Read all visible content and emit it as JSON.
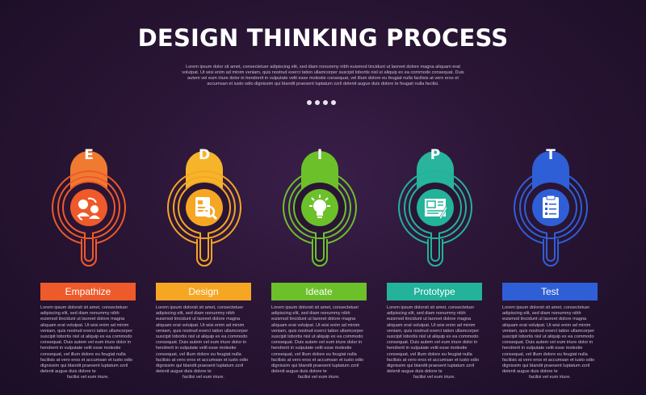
{
  "title": "DESIGN THINKING PROCESS",
  "intro": "Lorem ipsum dolor sit amet, consectetuer adipiscing elit, sed diam nonummy nibh euismod tincidunt ut laoreet dolore magna aliquam erat volutpat. Ut wisi enim ad minim veniam, quis nostrud exerci tation ullamcorper suscipit lobortis nisl ut aliquip ex ea commodo consequat. Duis autem vel eum iriure dolor in hendrerit in vulputate velit esse molestie consequat, vel illum dolore eu feugiat nulla facilisis at vero eros et accumsan et iusto odio dignissim qui blandit praesent luptatum zzril delenit augue duis dolore te feugait nulla facilisi.",
  "steps": [
    {
      "letter": "E",
      "label": "Empathize",
      "color": "#ee5a2a",
      "tab_color": "#f07a30",
      "icon": "empathize-heads-icon",
      "desc": "Lorem ipsum dolorsit sit amet, consectetuer adipiscing elit, sed diam nonummy nibh euismod tincidunt ut laoreet dolore magna aliquam erat volutpat. Ut wisi enim ad minim veniam, quis nostrud exerci tation ullamcorper suscipit lobortis nisl ut aliquip ex ea commodo consequat. Duis autem vel eum iriure dolor in hendrerit in vulputate velit esse molestie consequat, vel illum dolore eu feugiat nulla facilisis at vero eros et accumsan et iusto odio dignissim qui blandit praesent luptatum zzril delenit augue duis dolore te",
      "desc_last": "facilisi vel eum iriure."
    },
    {
      "letter": "D",
      "label": "Design",
      "color": "#f5a623",
      "tab_color": "#f5b42a",
      "icon": "design-document-icon",
      "desc": "Lorem ipsum dolorsit sit amet, consectetuer adipiscing elit, sed diam nonummy nibh euismod tincidunt ut laoreet dolore magna aliquam erat volutpat. Ut wisi enim ad minim veniam, quis nostrud exerci tation ullamcorper suscipit lobortis nisl ut aliquip ex ea commodo consequat. Duis autem vel eum iriure dolor in hendrerit in vulputate velit esse molestie consequat, vel illum dolore eu feugiat nulla facilisis at vero eros et accumsan et iusto odio dignissim qui blandit praesent luptatum zzril delenit augue duis dolore te",
      "desc_last": "facilisi vel eum iriure."
    },
    {
      "letter": "I",
      "label": "Ideate",
      "color": "#6cc12a",
      "tab_color": "#6cc12a",
      "icon": "lightbulb-icon",
      "desc": "Lorem ipsum dolorsit sit amet, consectetuer adipiscing elit, sed diam nonummy nibh euismod tincidunt ut laoreet dolore magna aliquam erat volutpat. Ut wisi enim ad minim veniam, quis nostrud exerci tation ullamcorper suscipit lobortis nisl ut aliquip ex ea commodo consequat. Duis autem vel eum iriure dolor in hendrerit in vulputate velit esse molestie consequat, vel illum dolore eu feugiat nulla facilisis at vero eros et accumsan et iusto odio dignissim qui blandit praesent luptatum zzril delenit augue duis dolore te",
      "desc_last": "facilisi vel eum iriure."
    },
    {
      "letter": "P",
      "label": "Prototype",
      "color": "#22b39a",
      "tab_color": "#28b49d",
      "icon": "blueprint-icon",
      "desc": "Lorem ipsum dolorsit sit amet, consectetuer adipiscing elit, sed diam nonummy nibh euismod tincidunt ut laoreet dolore magna aliquam erat volutpat. Ut wisi enim ad minim veniam, quis nostrud exerci tation ullamcorper suscipit lobortis nisl ut aliquip ex ea commodo consequat. Duis autem vel eum iriure dolor in hendrerit in vulputate velit esse molestie consequat, vel illum dolore eu feugiat nulla facilisis at vero eros et accumsan et iusto odio dignissim qui blandit praesent luptatum zzril delenit augue duis dolore te",
      "desc_last": "facilisi vel eum iriure."
    },
    {
      "letter": "T",
      "label": "Test",
      "color": "#2f5fd6",
      "tab_color": "#2f5fd6",
      "icon": "checklist-clipboard-icon",
      "desc": "Lorem ipsum dolorsit sit amet, consectetuer adipiscing elit, sed diam nonummy nibh euismod tincidunt ut laoreet dolore magna aliquam erat volutpat. Ut wisi enim ad minim veniam, quis nostrud exerci tation ullamcorper suscipit lobortis nisl ut aliquip ex ea commodo consequat. Duis autem vel eum iriure dolor in hendrerit in vulputate velit esse molestie consequat, vel illum dolore eu feugiat nulla facilisis at vero eros et accumsan et iusto odio dignissim qui blandit praesent luptatum zzril delenit augue duis dolore te",
      "desc_last": "facilisi vel eum iriure."
    }
  ]
}
